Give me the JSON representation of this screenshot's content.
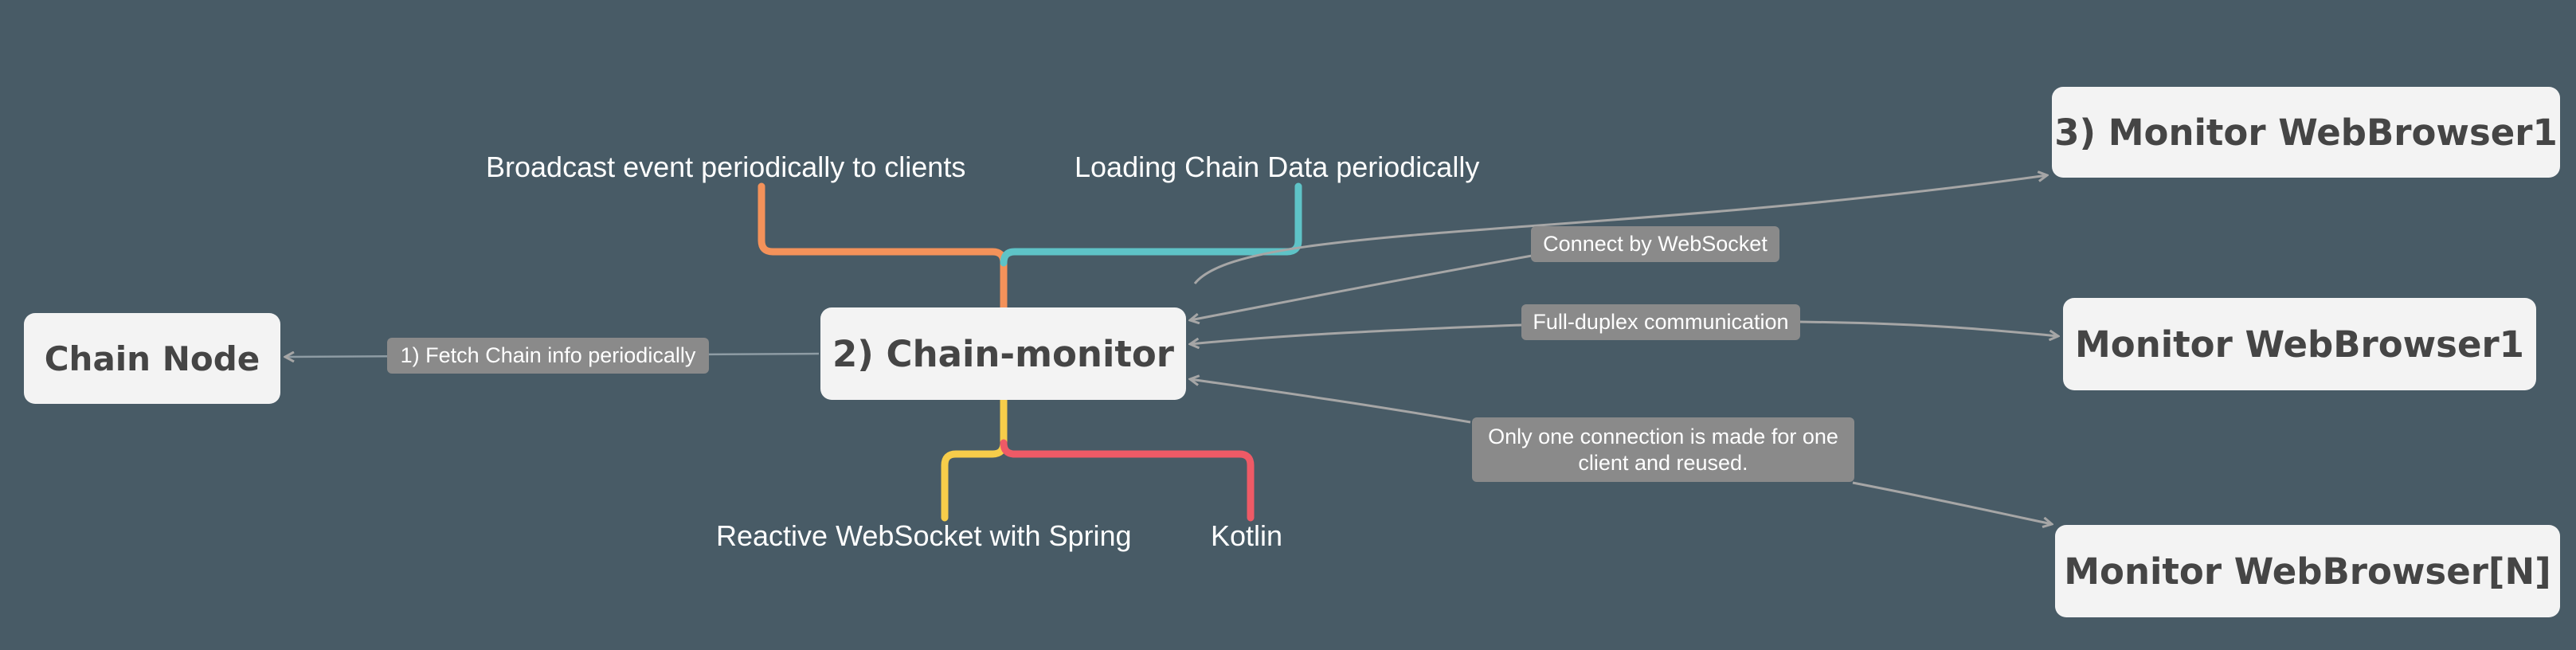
{
  "nodes": {
    "chain_node": "Chain Node",
    "chain_monitor": "2) Chain-monitor",
    "browser_top": "3) Monitor WebBrowser1",
    "browser_mid": "Monitor WebBrowser1",
    "browser_n": "Monitor WebBrowser[N]"
  },
  "topics": {
    "broadcast": "Broadcast event periodically to clients",
    "loading": "Loading Chain Data periodically",
    "reactive": "Reactive WebSocket with Spring",
    "kotlin": "Kotlin"
  },
  "labels": {
    "fetch": "1) Fetch Chain info periodically",
    "connect": "Connect by WebSocket",
    "duplex": "Full-duplex communication",
    "one_connection": "Only one connection is made for one client and reused."
  },
  "colors": {
    "background": "#485b66",
    "node_fill": "#f3f3f3",
    "node_text": "#454545",
    "branch_orange": "#f4925a",
    "branch_teal": "#5ec3c7",
    "branch_yellow": "#f7cd4a",
    "branch_red": "#ee5a66",
    "connector": "#a6a6a6"
  }
}
